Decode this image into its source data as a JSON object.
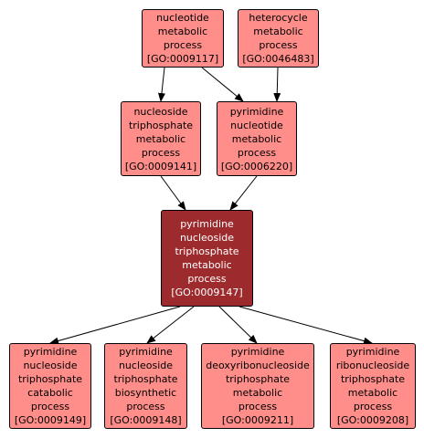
{
  "colors": {
    "node_fill": "#ff8e8a",
    "focus_fill": "#9d2b2d",
    "focus_text": "#ffffff",
    "edge": "#000000"
  },
  "nodes": [
    {
      "id": "GO:0009117",
      "lines": [
        "nucleotide",
        "metabolic",
        "process",
        "[GO:0009117]"
      ]
    },
    {
      "id": "GO:0046483",
      "lines": [
        "heterocycle",
        "metabolic",
        "process",
        "[GO:0046483]"
      ]
    },
    {
      "id": "GO:0009141",
      "lines": [
        "nucleoside",
        "triphosphate",
        "metabolic",
        "process",
        "[GO:0009141]"
      ]
    },
    {
      "id": "GO:0006220",
      "lines": [
        "pyrimidine",
        "nucleotide",
        "metabolic",
        "process",
        "[GO:0006220]"
      ]
    },
    {
      "id": "GO:0009147",
      "lines": [
        "pyrimidine",
        "nucleoside",
        "triphosphate",
        "metabolic",
        "process",
        "[GO:0009147]"
      ],
      "focus": true
    },
    {
      "id": "GO:0009149",
      "lines": [
        "pyrimidine",
        "nucleoside",
        "triphosphate",
        "catabolic",
        "process",
        "[GO:0009149]"
      ]
    },
    {
      "id": "GO:0009148",
      "lines": [
        "pyrimidine",
        "nucleoside",
        "triphosphate",
        "biosynthetic",
        "process",
        "[GO:0009148]"
      ]
    },
    {
      "id": "GO:0009211",
      "lines": [
        "pyrimidine",
        "deoxyribonucleoside",
        "triphosphate",
        "metabolic",
        "process",
        "[GO:0009211]"
      ]
    },
    {
      "id": "GO:0009208",
      "lines": [
        "pyrimidine",
        "ribonucleoside",
        "triphosphate",
        "metabolic",
        "process",
        "[GO:0009208]"
      ]
    }
  ],
  "edges": [
    {
      "from": "GO:0009117",
      "to": "GO:0009141"
    },
    {
      "from": "GO:0009117",
      "to": "GO:0006220"
    },
    {
      "from": "GO:0046483",
      "to": "GO:0006220"
    },
    {
      "from": "GO:0009141",
      "to": "GO:0009147"
    },
    {
      "from": "GO:0006220",
      "to": "GO:0009147"
    },
    {
      "from": "GO:0009147",
      "to": "GO:0009149"
    },
    {
      "from": "GO:0009147",
      "to": "GO:0009148"
    },
    {
      "from": "GO:0009147",
      "to": "GO:0009211"
    },
    {
      "from": "GO:0009147",
      "to": "GO:0009208"
    }
  ]
}
